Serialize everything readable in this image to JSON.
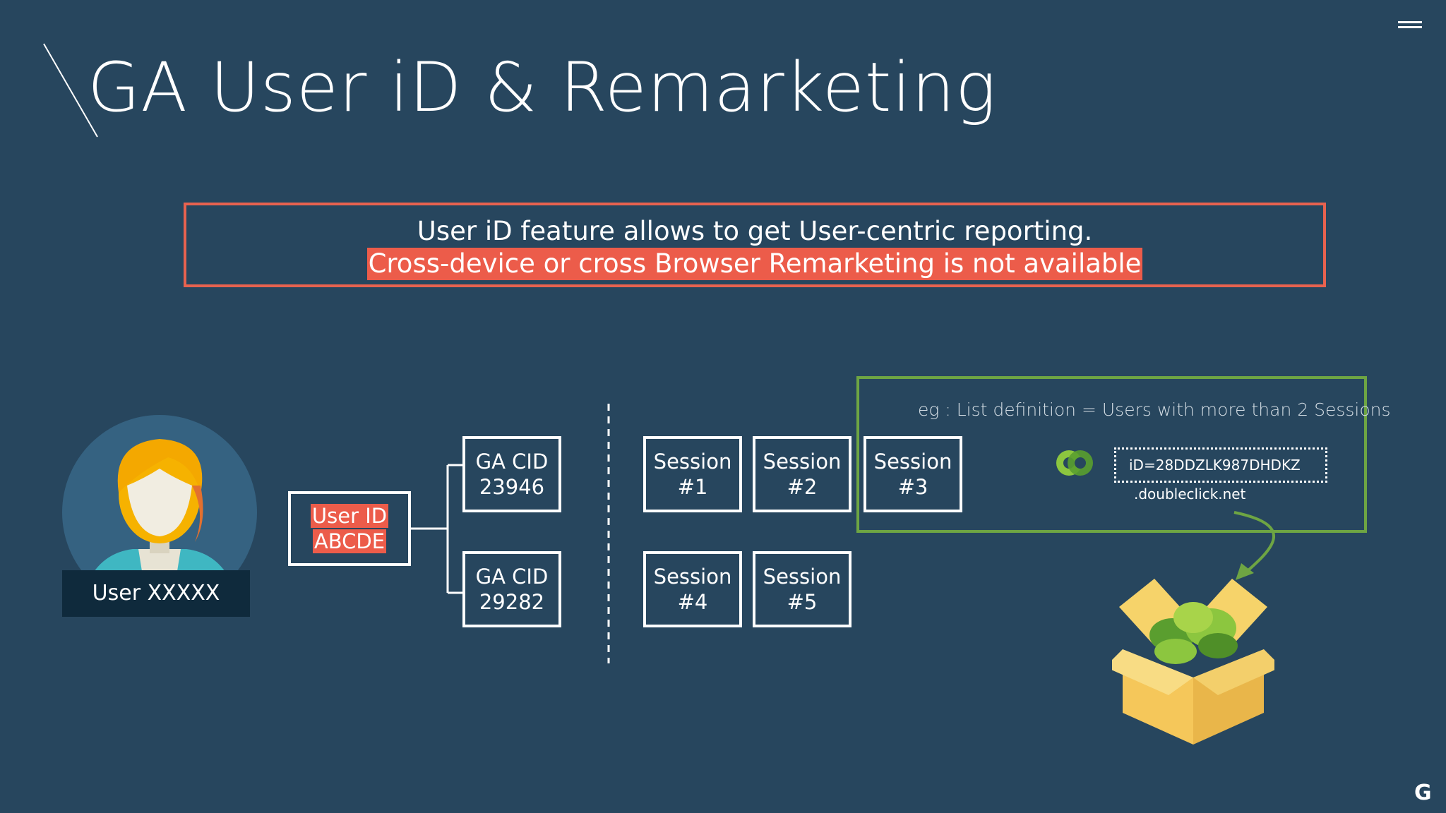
{
  "slide": {
    "title": "GA User iD & Remarketing",
    "callout": {
      "line1": "User iD feature allows to get User-centric reporting.",
      "line2": "Cross-device or cross Browser Remarketing is not available"
    },
    "user_label": "User XXXXX",
    "user_id_box": {
      "line1": "User ID",
      "line2": "ABCDE"
    },
    "ga_cids": [
      {
        "line1": "GA CID",
        "line2": "23946"
      },
      {
        "line1": "GA CID",
        "line2": "29282"
      }
    ],
    "sessions": [
      {
        "line1": "Session",
        "line2": "#1"
      },
      {
        "line1": "Session",
        "line2": "#2"
      },
      {
        "line1": "Session",
        "line2": "#3"
      },
      {
        "line1": "Session",
        "line2": "#4"
      },
      {
        "line1": "Session",
        "line2": "#5"
      }
    ],
    "list_definition": "eg : List definition = Users with more than 2 Sessions",
    "cookie_value": "iD=28DDZLK987DHDKZ",
    "cookie_domain": ".doubleclick.net",
    "brand_glyph": "G"
  },
  "colors": {
    "background": "#27465e",
    "highlight": "#ec5c4a",
    "callout_border": "#e8624f",
    "list_border": "#6ea543"
  },
  "icons": [
    "menu-icon",
    "user-avatar-icon",
    "doubleclick-logo-icon",
    "box-of-cookies-icon",
    "brand-g-icon"
  ]
}
